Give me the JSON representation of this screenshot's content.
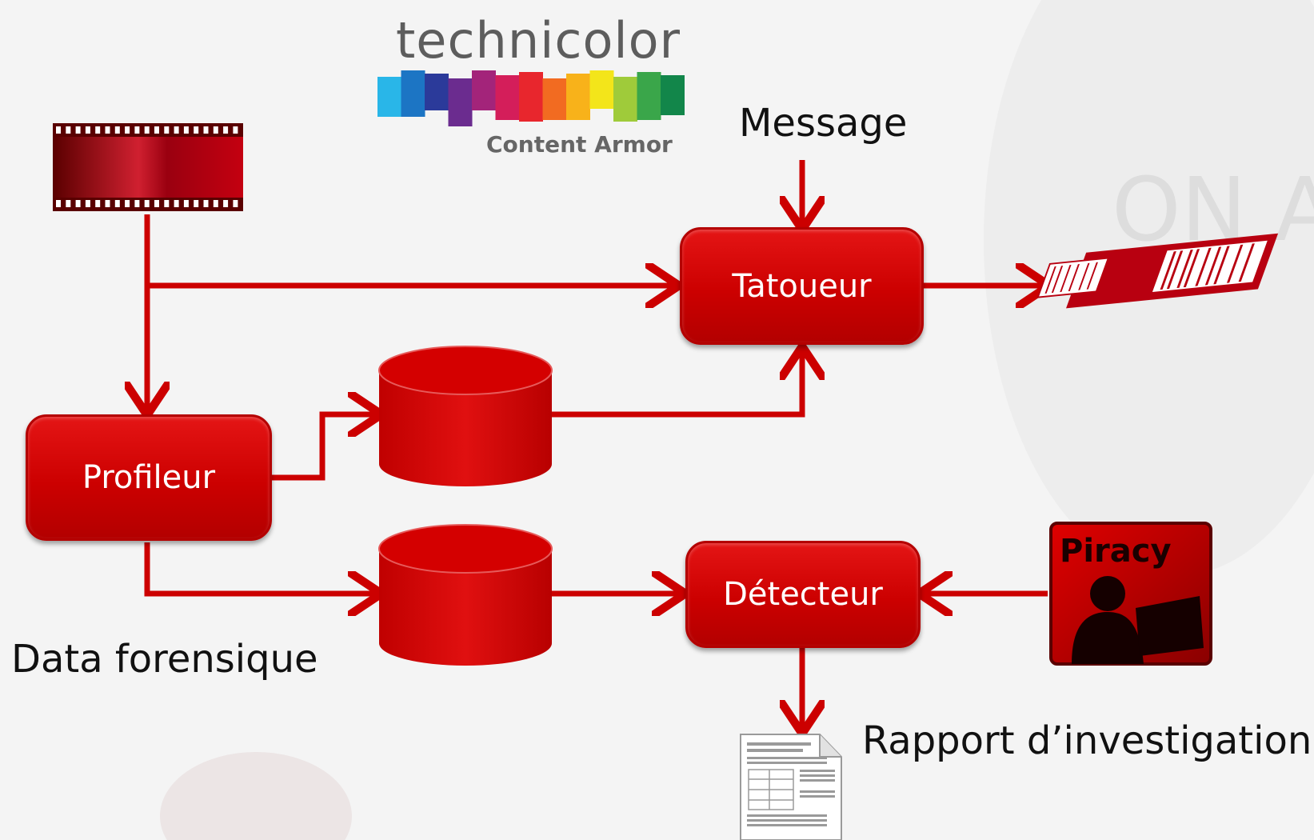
{
  "logo": {
    "word": "technicolor",
    "subtitle": "Content Armor",
    "stripe_colors": [
      "#29b6e8",
      "#1c75c4",
      "#2b3a9a",
      "#6b2c8f",
      "#a3247a",
      "#d41e5a",
      "#e8262d",
      "#f26b21",
      "#f8b21a",
      "#f3e51a",
      "#9fcb3a",
      "#3aa64a",
      "#12864a"
    ]
  },
  "nodes": {
    "tatoueur": "Tatoueur",
    "profileur": "Profileur",
    "detecteur": "Détecteur"
  },
  "labels": {
    "message": "Message",
    "data_forensique": "Data forensique",
    "rapport": "Rapport d’investigation"
  },
  "piracy_icon_text": "Piracy",
  "colors": {
    "accent": "#cc0000",
    "arrow": "#cc0000"
  }
}
